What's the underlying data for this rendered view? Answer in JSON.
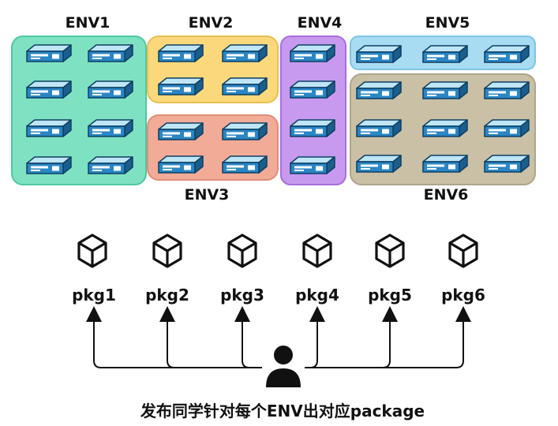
{
  "environments": [
    {
      "label": "ENV1",
      "color": "#7ee2c2",
      "stroke": "#4fc7a3"
    },
    {
      "label": "ENV2",
      "color": "#fbd87b",
      "stroke": "#e8bf52"
    },
    {
      "label": "ENV3",
      "color": "#f2ab97",
      "stroke": "#e08d76"
    },
    {
      "label": "ENV4",
      "color": "#c79af0",
      "stroke": "#a86fdc"
    },
    {
      "label": "ENV5",
      "color": "#a8dcf2",
      "stroke": "#7cc6e6"
    },
    {
      "label": "ENV6",
      "color": "#c9c0a6",
      "stroke": "#aea58a"
    }
  ],
  "packages": [
    {
      "label": "pkg1"
    },
    {
      "label": "pkg2"
    },
    {
      "label": "pkg3"
    },
    {
      "label": "pkg4"
    },
    {
      "label": "pkg5"
    },
    {
      "label": "pkg6"
    }
  ],
  "caption": "发布同学针对每个ENV出对应package",
  "icons": {
    "server": "server-icon",
    "package": "package-cube-icon",
    "user": "user-person-icon"
  }
}
